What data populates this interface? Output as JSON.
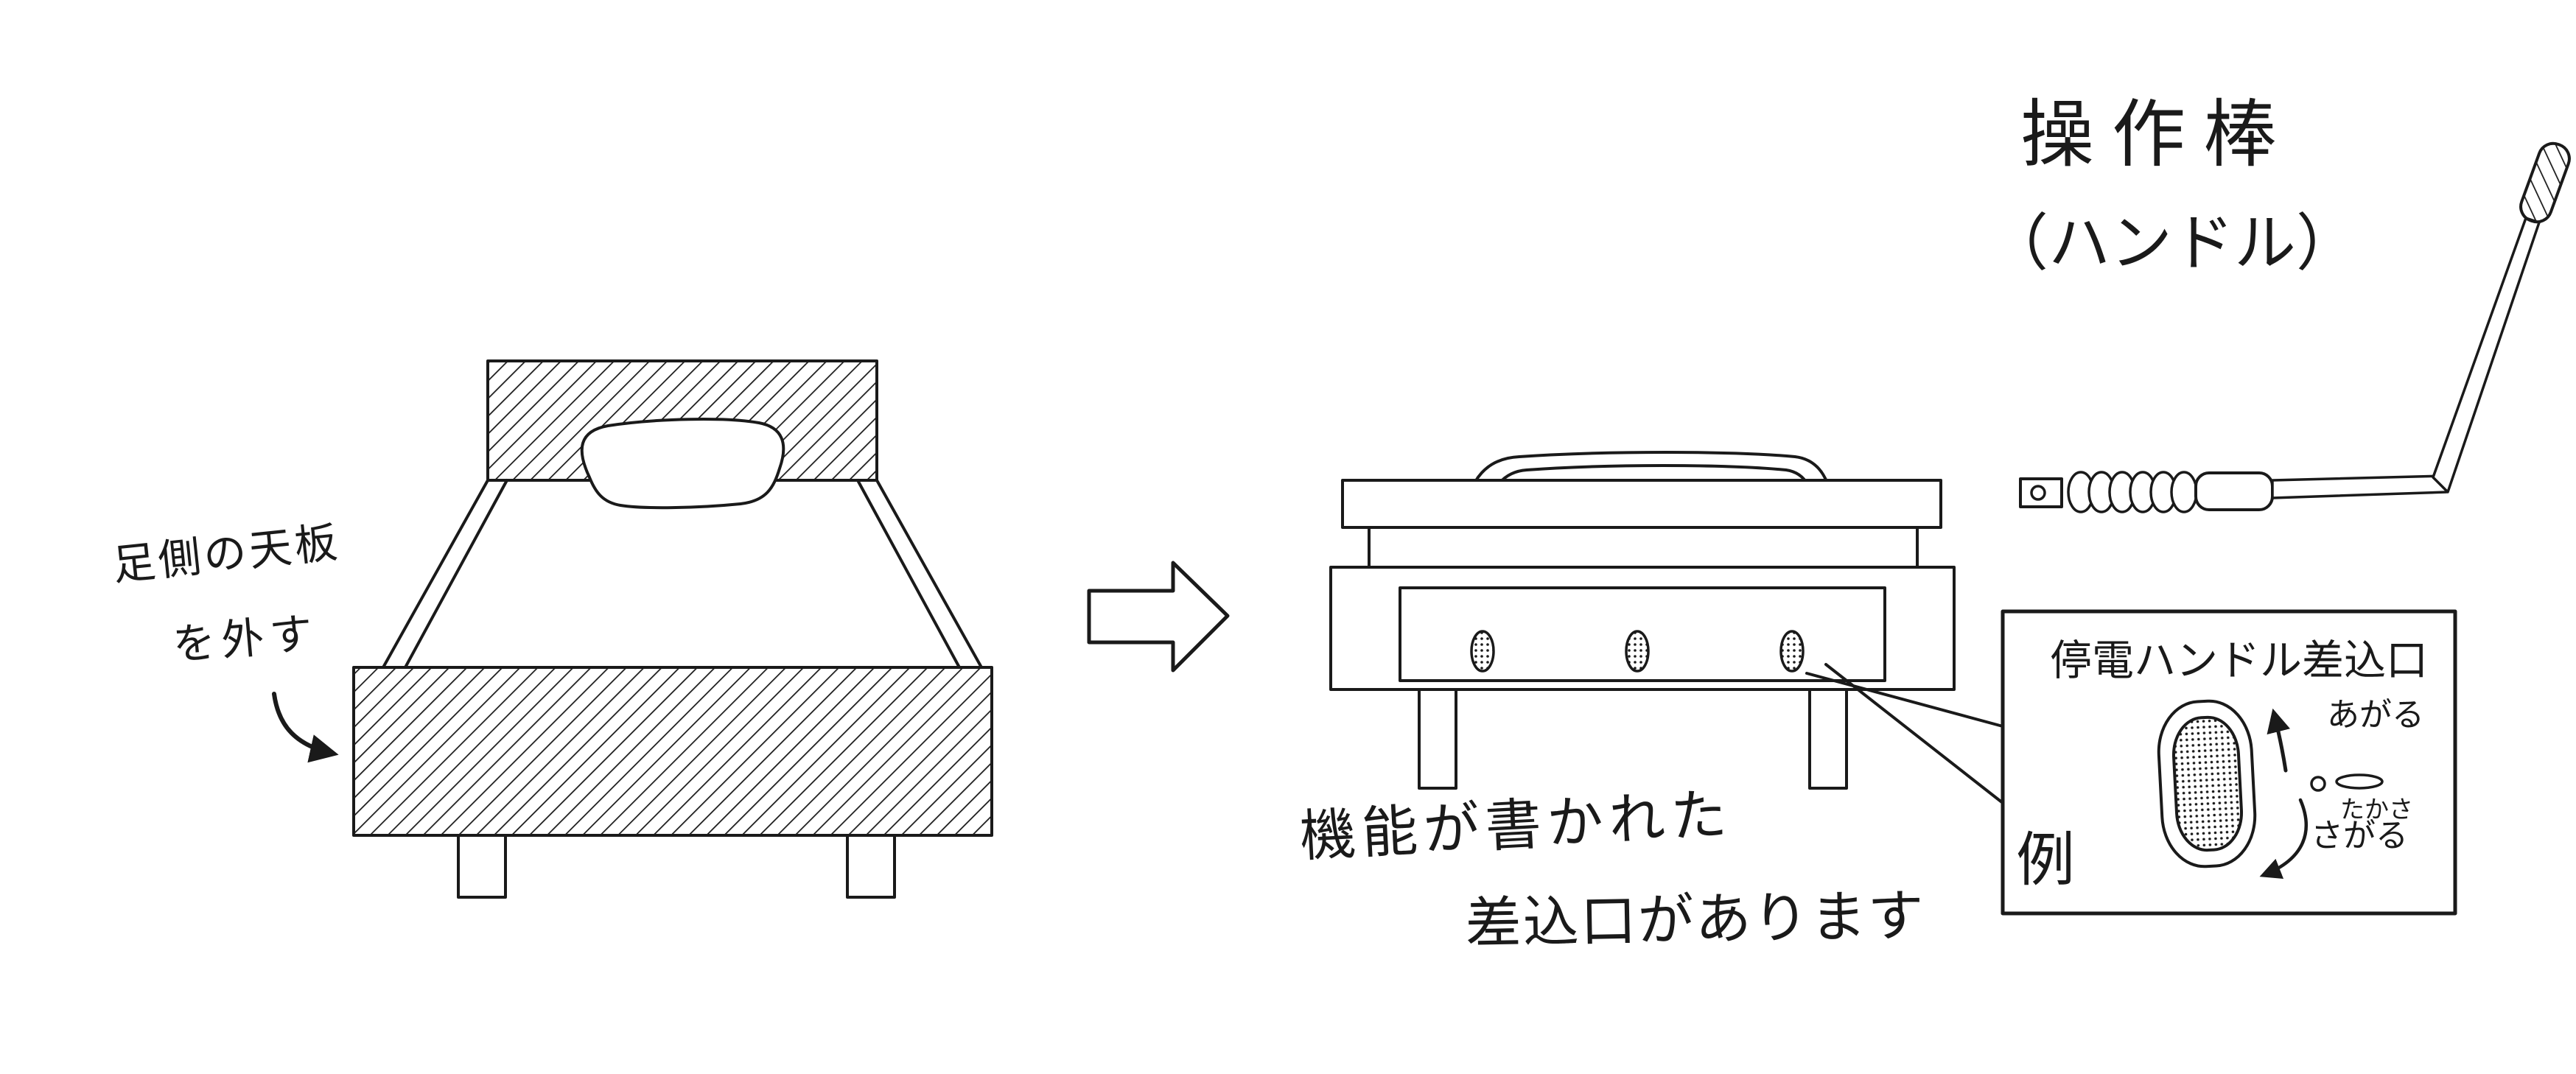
{
  "colors": {
    "paper": "#ffffff",
    "ink": "#1a1a1a"
  },
  "left_note": {
    "line1": "足側の天板",
    "line2": "を外す"
  },
  "middle_note": {
    "line1": "機能が書かれた",
    "line2": "差込口があります"
  },
  "handle_label": {
    "title": "操作棒",
    "subtitle": "（ハンドル）"
  },
  "inset": {
    "title": "停電ハンドル差込口",
    "up_label": "あがる",
    "height_label": "たかさ",
    "down_label": "さがる",
    "example_label": "例"
  }
}
